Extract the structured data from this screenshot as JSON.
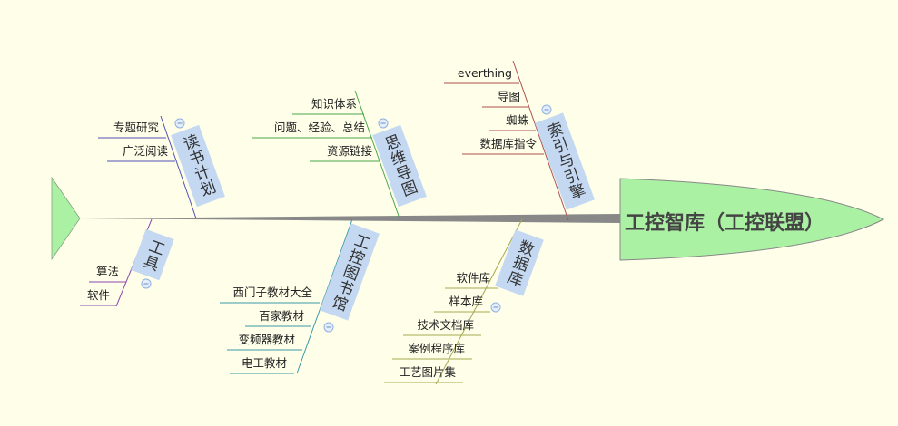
{
  "central_topic": "工控智库（工控联盟）",
  "colors": {
    "background": "#fefee9",
    "spine": "#888888",
    "head_fill": "#abf1a4",
    "topic_fill": "#c4d8f2"
  },
  "branches": [
    {
      "label": "读书计划",
      "color": "#5050b8",
      "items": [
        "专题研究",
        "广泛阅读"
      ]
    },
    {
      "label": "思维导图",
      "color": "#4aa84a",
      "items": [
        "知识体系",
        "问题、经验、总结",
        "资源链接"
      ]
    },
    {
      "label": "索引与引擎",
      "color": "#b05050",
      "items": [
        "everthing",
        "导图",
        "蜘蛛",
        "数据库指令"
      ]
    },
    {
      "label": "工具",
      "color": "#8a4ab0",
      "items": [
        "算法",
        "软件"
      ]
    },
    {
      "label": "工控图书馆",
      "color": "#3a9aa8",
      "items": [
        "西门子教材大全",
        "百家教材",
        "变频器教材",
        "电工教材"
      ]
    },
    {
      "label": "数据库",
      "color": "#a8a850",
      "items": [
        "软件库",
        "样本库",
        "技术文档库",
        "案例程序库",
        "工艺图片集"
      ]
    }
  ]
}
